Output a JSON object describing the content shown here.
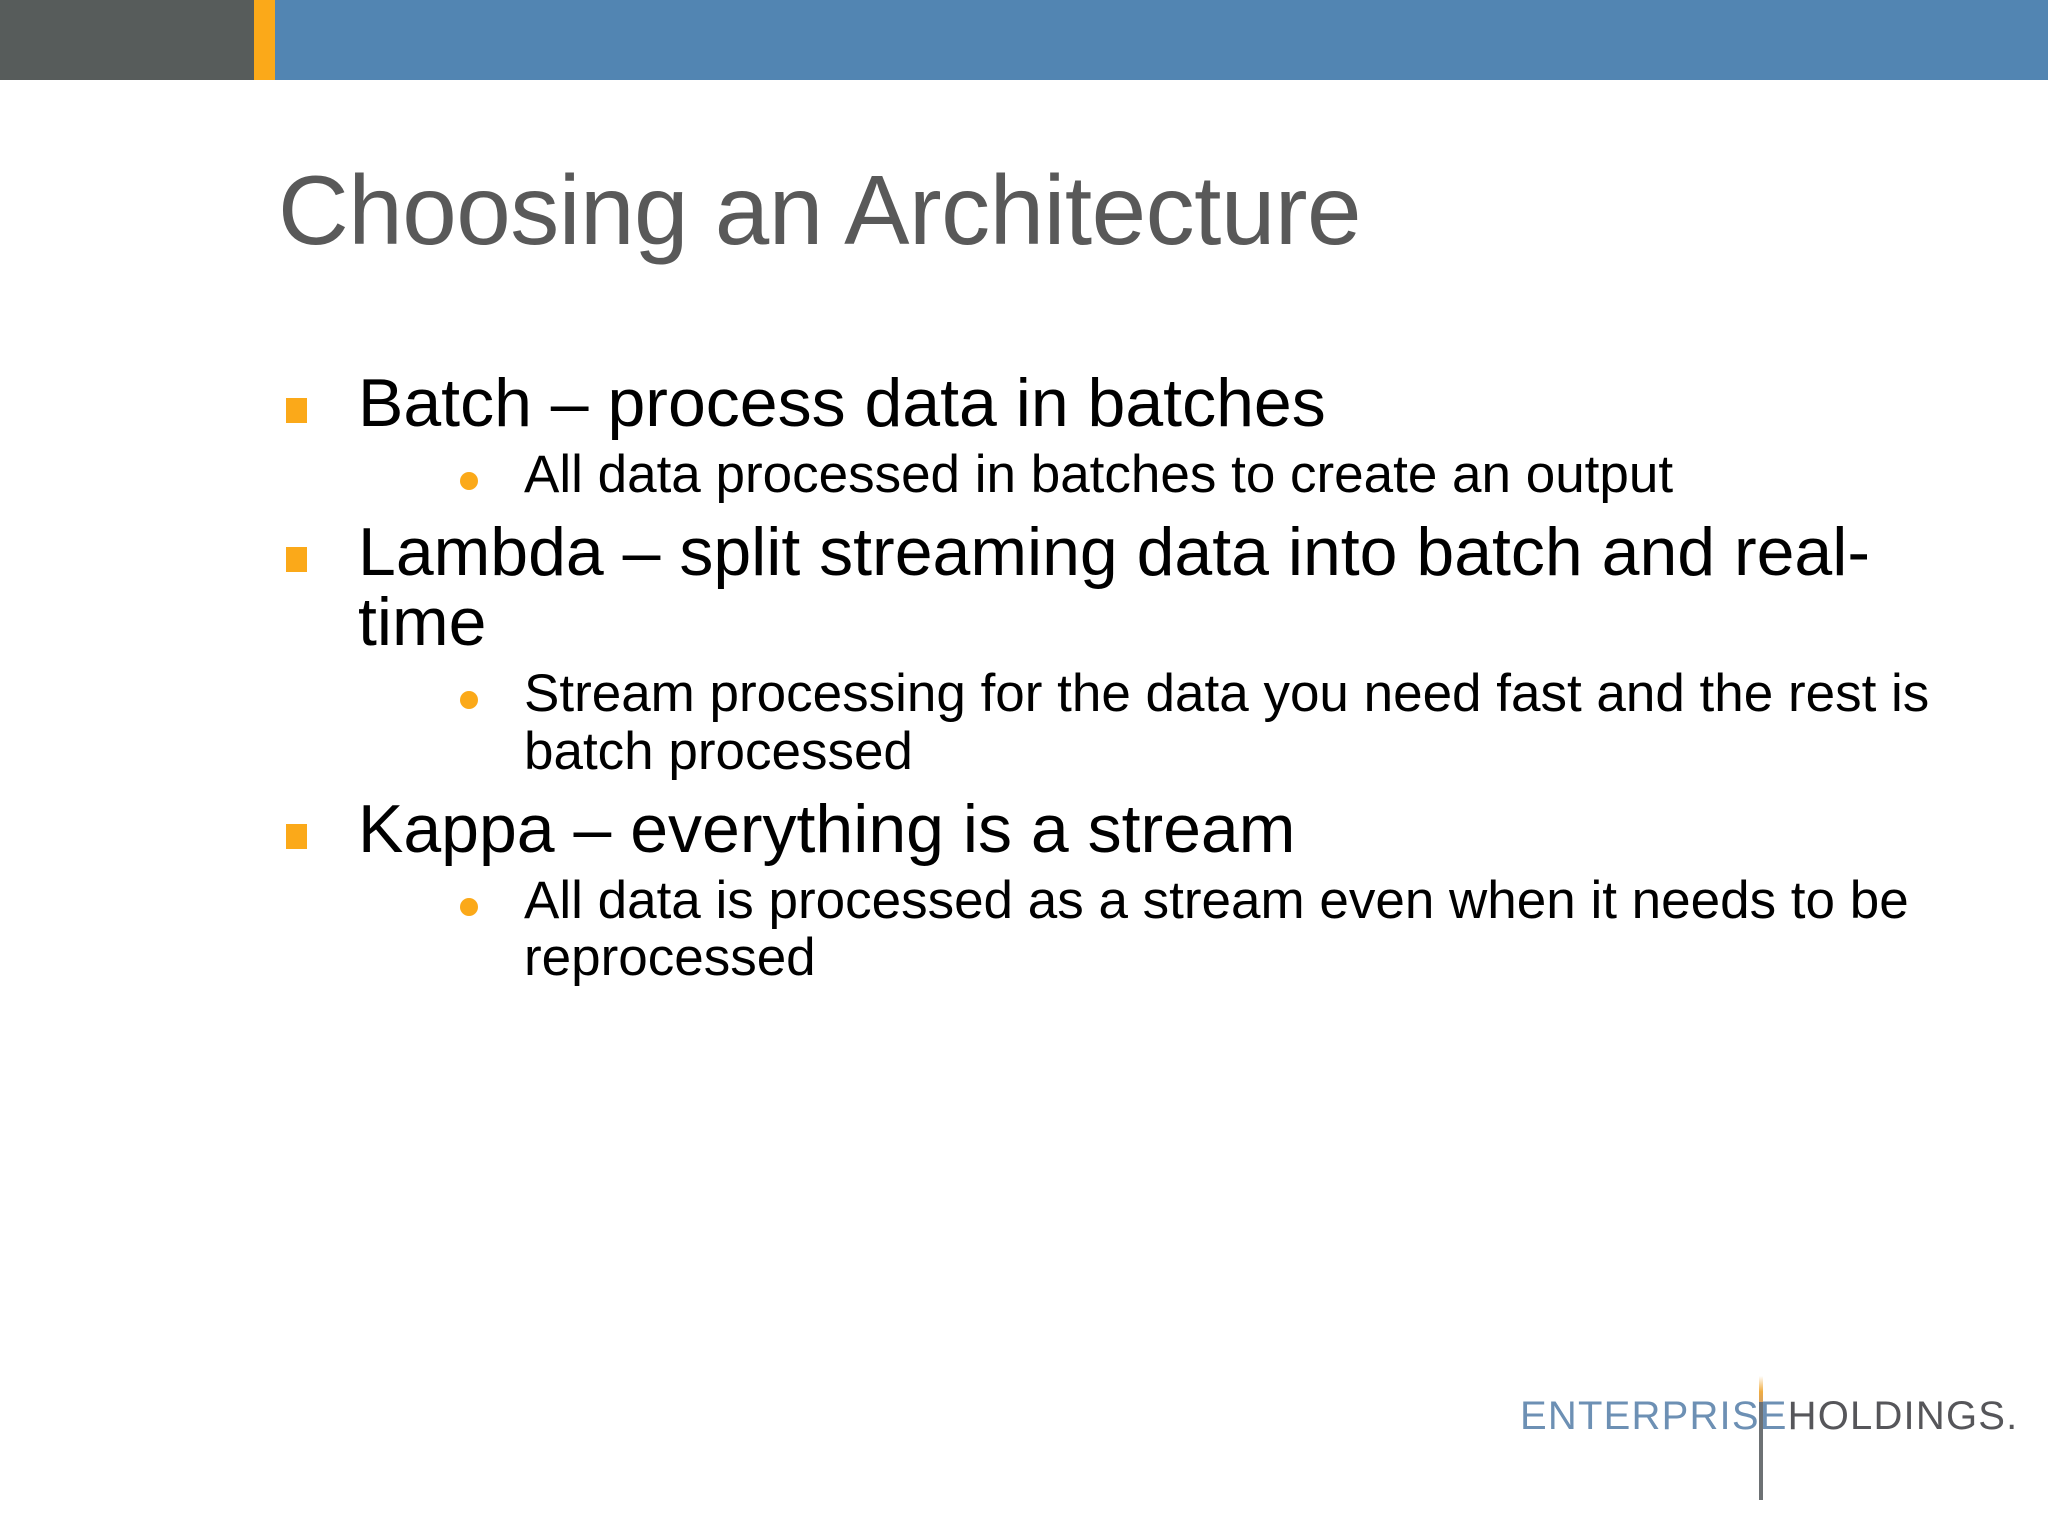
{
  "slide": {
    "title": "Choosing an Architecture",
    "background_color": "#ffffff"
  },
  "topbar": {
    "gray_color": "#575c5b",
    "orange_color": "#fba919",
    "blue_color": "#5285b2"
  },
  "colors": {
    "title_text": "#595959",
    "body_text": "#000000",
    "bullet_accent": "#fba919",
    "logo_enterprise": "#6d90b4",
    "logo_holdings": "#56565a"
  },
  "content": {
    "bullets": [
      {
        "text": "Batch – process data in batches",
        "sub": [
          "All data processed in batches to create an output"
        ]
      },
      {
        "text": "Lambda – split streaming data into batch and real-time",
        "sub": [
          "Stream processing for the data you need fast and the rest is batch processed"
        ]
      },
      {
        "text": "Kappa – everything is a stream",
        "sub": [
          "All data is processed as a stream even when it needs to be reprocessed"
        ]
      }
    ]
  },
  "logo": {
    "primary": "ENTERPRISE",
    "secondary": "HOLDINGS."
  }
}
